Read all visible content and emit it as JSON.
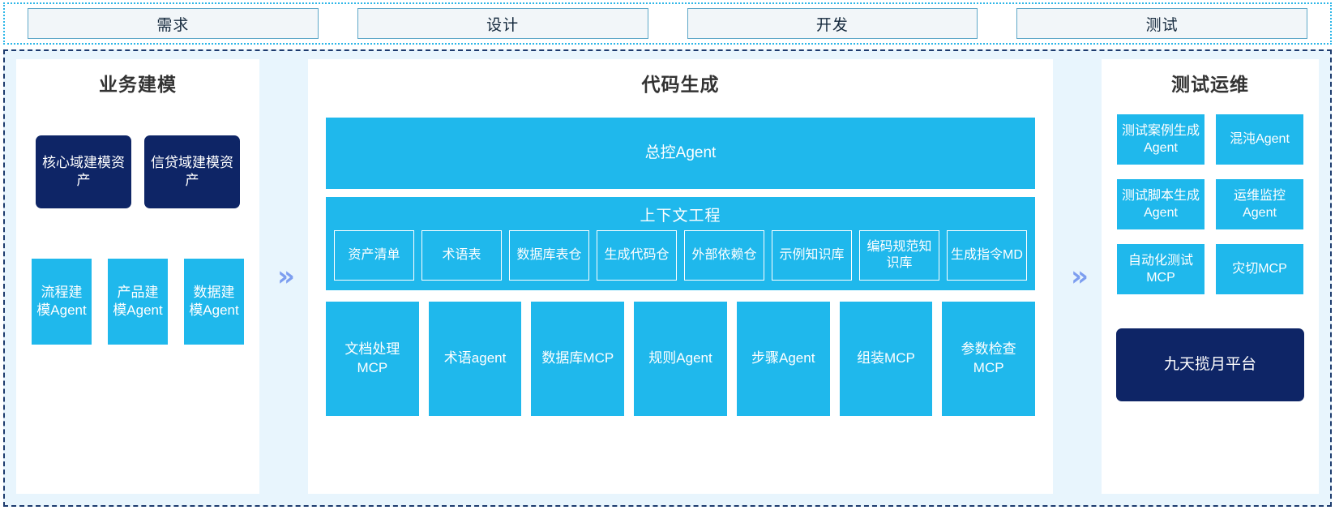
{
  "phases": [
    {
      "label": "需求"
    },
    {
      "label": "设计"
    },
    {
      "label": "开发"
    },
    {
      "label": "测试"
    }
  ],
  "arrows": {
    "glyph": "»",
    "color": "#7d9ef0"
  },
  "colors": {
    "cyan": "#1fb8ec",
    "navy": "#0e2566",
    "panel_bg": "#ffffff",
    "canvas_bg": "#e8f5fd",
    "phase_border": "#2cb6e8",
    "main_border": "#1d3b6e",
    "phase_fill": "#f2f6f9",
    "title_text": "#333333"
  },
  "panels": {
    "left": {
      "title": "业务建模",
      "assets": [
        {
          "label": "核心域建模资产"
        },
        {
          "label": "信贷域建模资产"
        }
      ],
      "agents": [
        {
          "label": "流程建模Agent"
        },
        {
          "label": "产品建模Agent"
        },
        {
          "label": "数据建模Agent"
        }
      ]
    },
    "center": {
      "title": "代码生成",
      "master_agent": "总控Agent",
      "context": {
        "title": "上下文工程",
        "items": [
          {
            "label": "资产清单"
          },
          {
            "label": "术语表"
          },
          {
            "label": "数据库表仓"
          },
          {
            "label": "生成代码仓"
          },
          {
            "label": "外部依赖仓"
          },
          {
            "label": "示例知识库"
          },
          {
            "label": "编码规范知识库"
          },
          {
            "label": "生成指令MD"
          }
        ]
      },
      "tools": [
        {
          "label": "文档处理MCP"
        },
        {
          "label": "术语agent"
        },
        {
          "label": "数据库MCP"
        },
        {
          "label": "规则Agent"
        },
        {
          "label": "步骤Agent"
        },
        {
          "label": "组装MCP"
        },
        {
          "label": "参数检查MCP"
        }
      ]
    },
    "right": {
      "title": "测试运维",
      "cards": [
        {
          "label": "测试案例生成Agent"
        },
        {
          "label": "混沌Agent"
        },
        {
          "label": "测试脚本生成Agent"
        },
        {
          "label": "运维监控Agent"
        },
        {
          "label": "自动化测试MCP"
        },
        {
          "label": "灾切MCP"
        }
      ],
      "platform": "九天揽月平台"
    }
  }
}
